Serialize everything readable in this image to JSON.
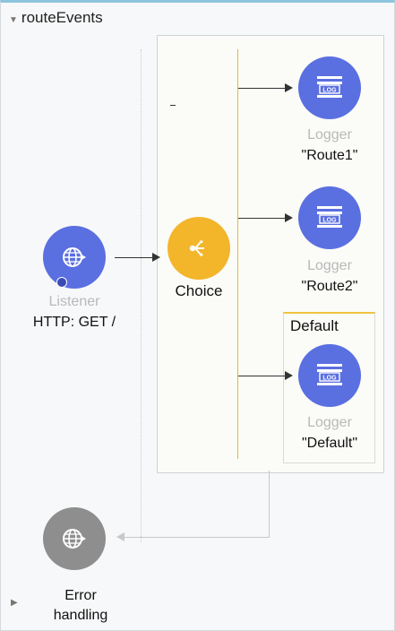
{
  "flow": {
    "expand_icon": "triangle-down-icon",
    "name": "routeEvents"
  },
  "listener": {
    "icon": "globe-icon",
    "type_label": "Listener",
    "config": "HTTP: GET /"
  },
  "choice": {
    "icon": "router-icon",
    "label": "Choice"
  },
  "routes": [
    {
      "icon": "log-icon",
      "icon_text": "LOG",
      "type_label": "Logger",
      "name": "\"Route1\""
    },
    {
      "icon": "log-icon",
      "icon_text": "LOG",
      "type_label": "Logger",
      "name": "\"Route2\""
    },
    {
      "icon": "log-icon",
      "icon_text": "LOG",
      "type_label": "Logger",
      "name": "\"Default\""
    }
  ],
  "default_route": {
    "label": "Default"
  },
  "error_handling": {
    "icon": "globe-icon",
    "label": "Error handling",
    "expand_icon": "triangle-right-icon"
  },
  "colors": {
    "processor_blue": "#5a6fe0",
    "choice_yellow": "#f3b52a",
    "error_grey": "#8e8e8e",
    "route_line": "#e3b93c"
  }
}
